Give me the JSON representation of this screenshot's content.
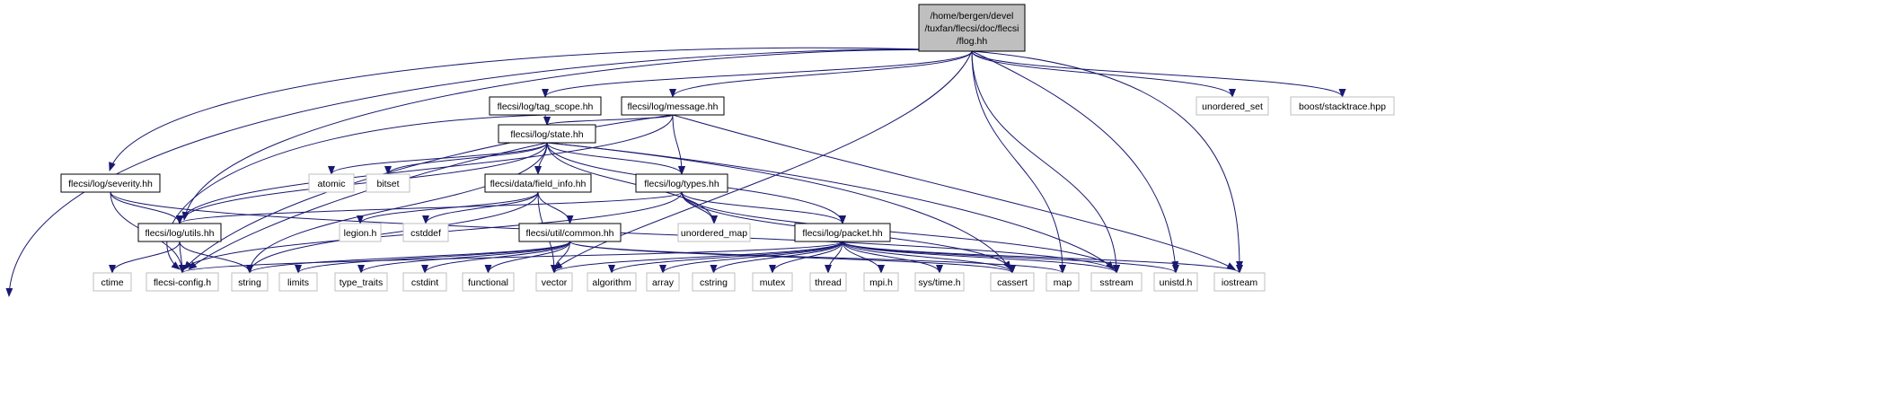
{
  "nodes": [
    {
      "id": "root",
      "lines": [
        "/home/bergen/devel",
        "/tuxfan/flecsi/doc/flecsi",
        "/flog.hh"
      ],
      "kind": "root"
    },
    {
      "id": "tag_scope",
      "lines": [
        "flecsi/log/tag_scope.hh"
      ],
      "kind": "local"
    },
    {
      "id": "message",
      "lines": [
        "flecsi/log/message.hh"
      ],
      "kind": "local"
    },
    {
      "id": "unordered_set",
      "lines": [
        "unordered_set"
      ],
      "kind": "system"
    },
    {
      "id": "stacktrace",
      "lines": [
        "boost/stacktrace.hpp"
      ],
      "kind": "system"
    },
    {
      "id": "state",
      "lines": [
        "flecsi/log/state.hh"
      ],
      "kind": "local"
    },
    {
      "id": "severity",
      "lines": [
        "flecsi/log/severity.hh"
      ],
      "kind": "local"
    },
    {
      "id": "atomic",
      "lines": [
        "atomic"
      ],
      "kind": "system"
    },
    {
      "id": "bitset",
      "lines": [
        "bitset"
      ],
      "kind": "system"
    },
    {
      "id": "field_info",
      "lines": [
        "flecsi/data/field_info.hh"
      ],
      "kind": "local"
    },
    {
      "id": "types",
      "lines": [
        "flecsi/log/types.hh"
      ],
      "kind": "local"
    },
    {
      "id": "utils",
      "lines": [
        "flecsi/log/utils.hh"
      ],
      "kind": "local"
    },
    {
      "id": "legion",
      "lines": [
        "legion.h"
      ],
      "kind": "system"
    },
    {
      "id": "cstddef",
      "lines": [
        "cstddef"
      ],
      "kind": "system"
    },
    {
      "id": "unordered_map",
      "lines": [
        "unordered_map"
      ],
      "kind": "system"
    },
    {
      "id": "common",
      "lines": [
        "flecsi/util/common.hh"
      ],
      "kind": "local"
    },
    {
      "id": "packet",
      "lines": [
        "flecsi/log/packet.hh"
      ],
      "kind": "local"
    },
    {
      "id": "ctime",
      "lines": [
        "ctime"
      ],
      "kind": "system"
    },
    {
      "id": "flecsi_config",
      "lines": [
        "flecsi-config.h"
      ],
      "kind": "system"
    },
    {
      "id": "string",
      "lines": [
        "string"
      ],
      "kind": "system"
    },
    {
      "id": "limits",
      "lines": [
        "limits"
      ],
      "kind": "system"
    },
    {
      "id": "type_traits",
      "lines": [
        "type_traits"
      ],
      "kind": "system"
    },
    {
      "id": "cstdint",
      "lines": [
        "cstdint"
      ],
      "kind": "system"
    },
    {
      "id": "functional",
      "lines": [
        "functional"
      ],
      "kind": "system"
    },
    {
      "id": "vector",
      "lines": [
        "vector"
      ],
      "kind": "system"
    },
    {
      "id": "algorithm",
      "lines": [
        "algorithm"
      ],
      "kind": "system"
    },
    {
      "id": "array",
      "lines": [
        "array"
      ],
      "kind": "system"
    },
    {
      "id": "cstring",
      "lines": [
        "cstring"
      ],
      "kind": "system"
    },
    {
      "id": "mutex",
      "lines": [
        "mutex"
      ],
      "kind": "system"
    },
    {
      "id": "thread",
      "lines": [
        "thread"
      ],
      "kind": "system"
    },
    {
      "id": "mpi",
      "lines": [
        "mpi.h"
      ],
      "kind": "system"
    },
    {
      "id": "systime",
      "lines": [
        "sys/time.h"
      ],
      "kind": "system"
    },
    {
      "id": "cassert",
      "lines": [
        "cassert"
      ],
      "kind": "system"
    },
    {
      "id": "map",
      "lines": [
        "map"
      ],
      "kind": "system"
    },
    {
      "id": "sstream",
      "lines": [
        "sstream"
      ],
      "kind": "system"
    },
    {
      "id": "unistd",
      "lines": [
        "unistd.h"
      ],
      "kind": "system"
    },
    {
      "id": "iostream",
      "lines": [
        "iostream"
      ],
      "kind": "system"
    }
  ],
  "edges": [
    [
      "root",
      "flecsi_config"
    ],
    [
      "root",
      "severity"
    ],
    [
      "root",
      "utils"
    ],
    [
      "root",
      "tag_scope"
    ],
    [
      "root",
      "message"
    ],
    [
      "root",
      "vector"
    ],
    [
      "root",
      "map"
    ],
    [
      "root",
      "sstream"
    ],
    [
      "root",
      "unistd"
    ],
    [
      "root",
      "iostream"
    ],
    [
      "root",
      "unordered_set"
    ],
    [
      "root",
      "stacktrace"
    ],
    [
      "tag_scope",
      "flecsi_config"
    ],
    [
      "tag_scope",
      "state"
    ],
    [
      "message",
      "utils"
    ],
    [
      "message",
      "state"
    ],
    [
      "message",
      "types"
    ],
    [
      "message",
      "flecsi_config"
    ],
    [
      "message",
      "iostream"
    ],
    [
      "state",
      "utils"
    ],
    [
      "state",
      "flecsi_config"
    ],
    [
      "state",
      "string"
    ],
    [
      "state",
      "atomic"
    ],
    [
      "state",
      "bitset"
    ],
    [
      "state",
      "field_info"
    ],
    [
      "state",
      "types"
    ],
    [
      "state",
      "unordered_map"
    ],
    [
      "state",
      "packet"
    ],
    [
      "state",
      "cassert"
    ],
    [
      "state",
      "sstream"
    ],
    [
      "severity",
      "utils"
    ],
    [
      "severity",
      "flecsi_config"
    ],
    [
      "severity",
      "sstream"
    ],
    [
      "utils",
      "ctime"
    ],
    [
      "utils",
      "flecsi_config"
    ],
    [
      "utils",
      "string"
    ],
    [
      "field_info",
      "legion"
    ],
    [
      "field_info",
      "cstddef"
    ],
    [
      "field_info",
      "common"
    ],
    [
      "field_info",
      "string"
    ],
    [
      "field_info",
      "vector"
    ],
    [
      "types",
      "utils"
    ],
    [
      "types",
      "unordered_map"
    ],
    [
      "types",
      "packet"
    ],
    [
      "types",
      "flecsi_config"
    ],
    [
      "types",
      "cassert"
    ],
    [
      "types",
      "sstream"
    ],
    [
      "common",
      "limits"
    ],
    [
      "common",
      "type_traits"
    ],
    [
      "common",
      "cstdint"
    ],
    [
      "common",
      "functional"
    ],
    [
      "common",
      "vector"
    ],
    [
      "common",
      "string"
    ],
    [
      "common",
      "map"
    ],
    [
      "common",
      "cassert"
    ],
    [
      "packet",
      "flecsi_config"
    ],
    [
      "packet",
      "vector"
    ],
    [
      "packet",
      "algorithm"
    ],
    [
      "packet",
      "array"
    ],
    [
      "packet",
      "cstring"
    ],
    [
      "packet",
      "mutex"
    ],
    [
      "packet",
      "thread"
    ],
    [
      "packet",
      "mpi"
    ],
    [
      "packet",
      "systime"
    ],
    [
      "packet",
      "cassert"
    ],
    [
      "packet",
      "sstream"
    ],
    [
      "packet",
      "unistd"
    ],
    [
      "packet",
      "iostream"
    ]
  ],
  "colors": {
    "edge": "#191970",
    "root_fill": "#bfbfbf",
    "local_border": "#000000",
    "system_border": "#bfbfbf",
    "system_text": "#000000"
  }
}
